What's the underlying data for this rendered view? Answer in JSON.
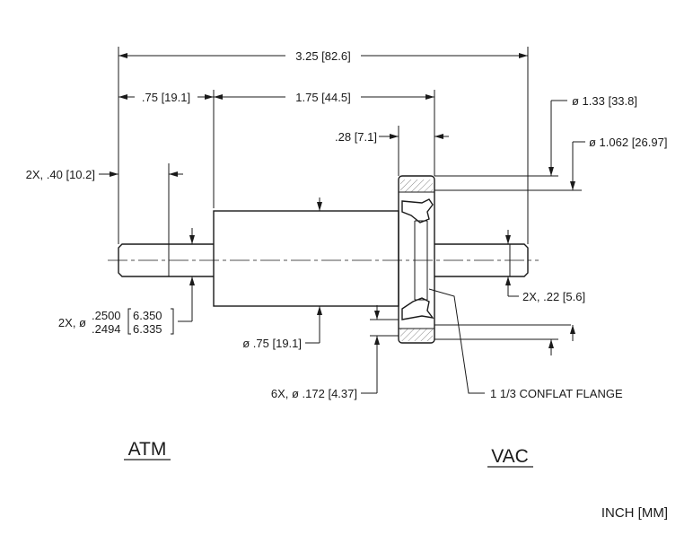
{
  "dimensions": {
    "overall_length": "3.25 [82.6]",
    "atm_shaft_length": ".75 [19.1]",
    "body_length": "1.75 [44.5]",
    "flange_thickness": ".28 [7.1]",
    "flange_od": "ø 1.33 [33.8]",
    "bolt_circle": "ø 1.062 [26.97]",
    "chamfer_atm": "2X, .40 [10.2]",
    "chamfer_vac": "2X, .22 [5.6]",
    "shaft_dia_prefix": "2X, ø",
    "shaft_dia_inch_max": ".2500",
    "shaft_dia_inch_min": ".2494",
    "shaft_dia_mm_max": "6.350",
    "shaft_dia_mm_min": "6.335",
    "body_dia": "ø .75 [19.1]",
    "bolt_holes": "6X, ø .172 [4.37]"
  },
  "labels": {
    "flange": "1 1/3 CONFLAT FLANGE",
    "atm": "ATM",
    "vac": "VAC",
    "units": "INCH [MM]"
  }
}
